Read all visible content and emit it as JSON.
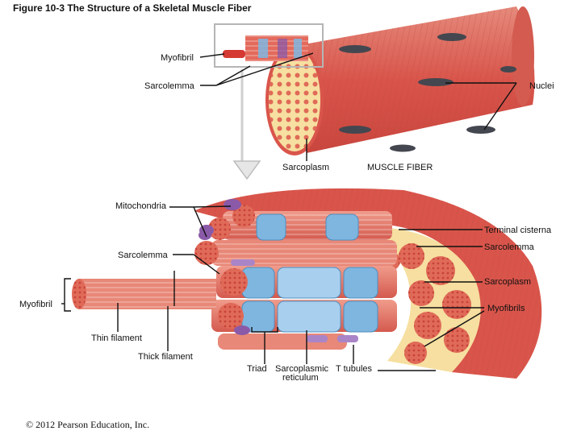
{
  "title": "Figure 10-3 The Structure of a Skeletal Muscle Fiber",
  "colors": {
    "muscle_red": "#d9554b",
    "muscle_light": "#ec8f80",
    "sarcoplasm": "#f6dfa0",
    "reticulum_blue": "#7fb6e0",
    "nucleus": "#44474f",
    "mitochondria": "#8a5aa8",
    "t_tubule": "#a985c8"
  },
  "labels": {
    "myofibril_top": "Myofibril",
    "sarcolemma_top": "Sarcolemma",
    "nuclei": "Nuclei",
    "sarcoplasm_top": "Sarcoplasm",
    "muscle_fiber": "MUSCLE FIBER",
    "mitochondria": "Mitochondria",
    "terminal_cisterna": "Terminal cisterna",
    "sarcolemma_right": "Sarcolemma",
    "sarcolemma_left": "Sarcolemma",
    "sarcoplasm_right": "Sarcoplasm",
    "myofibril_left": "Myofibril",
    "myofibrils_right": "Myofibrils",
    "thin_filament": "Thin filament",
    "thick_filament": "Thick filament",
    "triad": "Triad",
    "sr_line1": "Sarcoplasmic",
    "sr_line2": "reticulum",
    "t_tubules": "T tubules"
  },
  "credit": "© 2012 Pearson Education, Inc."
}
